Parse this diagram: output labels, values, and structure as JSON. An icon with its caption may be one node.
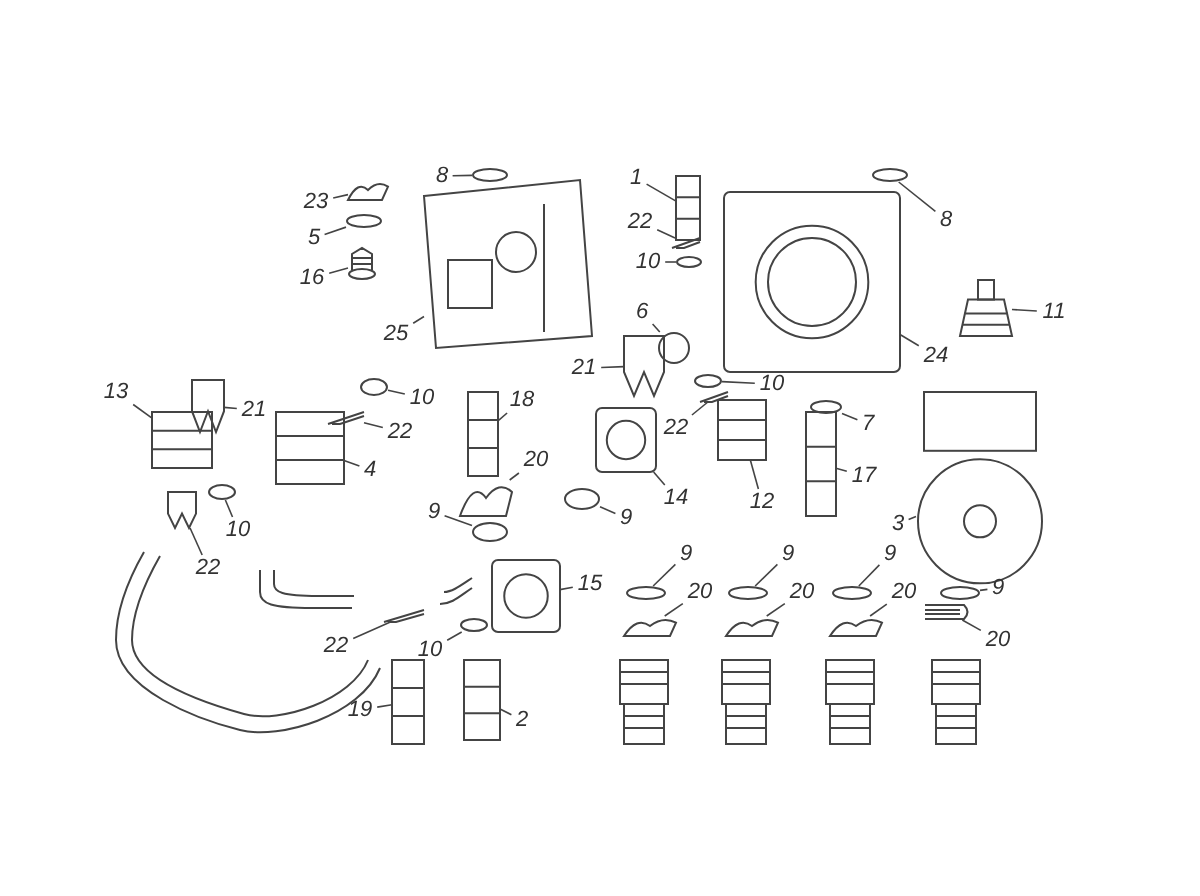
{
  "diagram": {
    "nodes": [
      {
        "text": [
          "8"
        ]
      },
      {
        "text": [
          "1"
        ]
      },
      {
        "text": [
          "23"
        ]
      },
      {
        "text": [
          "8"
        ]
      },
      {
        "text": [
          "22"
        ]
      },
      {
        "text": [
          "5"
        ]
      },
      {
        "text": [
          "10"
        ]
      },
      {
        "text": [
          "16"
        ]
      },
      {
        "text": [
          "6"
        ]
      },
      {
        "text": [
          "11"
        ]
      },
      {
        "text": [
          "25"
        ]
      },
      {
        "text": [
          "24"
        ]
      },
      {
        "text": [
          "21"
        ]
      },
      {
        "text": [
          "10"
        ]
      },
      {
        "text": [
          "13"
        ]
      },
      {
        "text": [
          "10"
        ]
      },
      {
        "text": [
          "18"
        ]
      },
      {
        "text": [
          "21"
        ]
      },
      {
        "text": [
          "7"
        ]
      },
      {
        "text": [
          "22"
        ]
      },
      {
        "text": [
          "22"
        ]
      },
      {
        "text": [
          "20"
        ]
      },
      {
        "text": [
          "4"
        ]
      },
      {
        "text": [
          "17"
        ]
      },
      {
        "text": [
          "14"
        ]
      },
      {
        "text": [
          "12"
        ]
      },
      {
        "text": [
          "9"
        ]
      },
      {
        "text": [
          "9"
        ]
      },
      {
        "text": [
          "3"
        ]
      },
      {
        "text": [
          "10"
        ]
      },
      {
        "text": [
          "9"
        ]
      },
      {
        "text": [
          "9"
        ]
      },
      {
        "text": [
          "9"
        ]
      },
      {
        "text": [
          "22"
        ]
      },
      {
        "text": [
          "15"
        ]
      },
      {
        "text": [
          "9"
        ]
      },
      {
        "text": [
          "20"
        ]
      },
      {
        "text": [
          "20"
        ]
      },
      {
        "text": [
          "20"
        ]
      },
      {
        "text": [
          "20"
        ]
      },
      {
        "text": [
          "22"
        ]
      },
      {
        "text": [
          "10"
        ]
      },
      {
        "text": [
          "19"
        ]
      },
      {
        "text": [
          "2"
        ]
      },
      {
        "text": [],
        "shape": "circle"
      },
      {
        "text": [],
        "shape": "picture"
      },
      {
        "text": [],
        "shape": "picture"
      },
      {
        "text": [],
        "shape": "circle"
      },
      {
        "text": [],
        "shape": "picture"
      },
      {
        "text": [],
        "shape": "circle"
      },
      {
        "text": [],
        "shape": "circle"
      },
      {
        "text": [],
        "shape": "picture"
      },
      {
        "text": [],
        "shape": "circle"
      },
      {
        "text": [],
        "shape": "picture"
      },
      {
        "text": [],
        "shape": "picture"
      },
      {
        "text": [],
        "shape": "picture"
      },
      {
        "text": [],
        "shape": "picture"
      },
      {
        "text": [],
        "shape": "circle"
      },
      {
        "text": [],
        "shape": "picture"
      },
      {
        "text": [],
        "shape": "circle"
      },
      {
        "text": [],
        "shape": "picture"
      },
      {
        "text": [],
        "shape": "picture"
      },
      {
        "text": [],
        "shape": "circle"
      },
      {
        "text": [],
        "shape": "picture"
      },
      {
        "text": [],
        "shape": "picture"
      },
      {
        "text": [],
        "shape": "picture"
      },
      {
        "text": [],
        "shape": "picture"
      },
      {
        "text": [],
        "shape": "picture"
      },
      {
        "text": [],
        "shape": "picture"
      },
      {
        "text": [],
        "shape": "picture"
      },
      {
        "text": [],
        "shape": "circle"
      },
      {
        "text": [],
        "shape": "circle"
      },
      {
        "text": [],
        "shape": "picture"
      },
      {
        "text": [],
        "shape": "circle"
      },
      {
        "text": [],
        "shape": "circle"
      },
      {
        "text": [],
        "shape": "circle"
      },
      {
        "text": [],
        "shape": "circle"
      },
      {
        "text": [],
        "shape": "picture"
      },
      {
        "text": [],
        "shape": "picture"
      },
      {
        "text": [],
        "shape": "circle"
      },
      {
        "text": [],
        "shape": "picture"
      },
      {
        "text": [],
        "shape": "picture"
      },
      {
        "text": [],
        "shape": "picture"
      },
      {
        "text": [],
        "shape": "picture"
      },
      {
        "text": [],
        "shape": "picture"
      },
      {
        "text": [],
        "shape": "circle"
      },
      {
        "text": [],
        "shape": "picture"
      },
      {
        "text": [],
        "shape": "picture"
      }
    ],
    "edges": [
      {
        "from": 0,
        "to": 44,
        "arrow": "none"
      },
      {
        "from": 1,
        "to": 45,
        "arrow": "none"
      },
      {
        "from": 2,
        "to": 46,
        "arrow": "none"
      },
      {
        "from": 3,
        "to": 47,
        "arrow": "none"
      },
      {
        "from": 4,
        "to": 48,
        "arrow": "none"
      },
      {
        "from": 5,
        "to": 49,
        "arrow": "none"
      },
      {
        "from": 6,
        "to": 50,
        "arrow": "none"
      },
      {
        "from": 7,
        "to": 51,
        "arrow": "none"
      },
      {
        "from": 8,
        "to": 52,
        "arrow": "none"
      },
      {
        "from": 9,
        "to": 53,
        "arrow": "none"
      },
      {
        "from": 10,
        "to": 54,
        "arrow": "none"
      },
      {
        "from": 11,
        "to": 55,
        "arrow": "none"
      },
      {
        "from": 12,
        "to": 56,
        "arrow": "none"
      },
      {
        "from": 13,
        "to": 57,
        "arrow": "none"
      },
      {
        "from": 14,
        "to": 58,
        "arrow": "none"
      },
      {
        "from": 15,
        "to": 59,
        "arrow": "none"
      },
      {
        "from": 16,
        "to": 60,
        "arrow": "none"
      },
      {
        "from": 17,
        "to": 61,
        "arrow": "none"
      },
      {
        "from": 18,
        "to": 62,
        "arrow": "none"
      },
      {
        "from": 19,
        "to": 63,
        "arrow": "none"
      },
      {
        "from": 20,
        "to": 64,
        "arrow": "none"
      },
      {
        "from": 21,
        "to": 65,
        "arrow": "none"
      },
      {
        "from": 22,
        "to": 66,
        "arrow": "none"
      },
      {
        "from": 23,
        "to": 67,
        "arrow": "none"
      },
      {
        "from": 24,
        "to": 68,
        "arrow": "none"
      },
      {
        "from": 25,
        "to": 69,
        "arrow": "none"
      },
      {
        "from": 26,
        "to": 70,
        "arrow": "none"
      },
      {
        "from": 27,
        "to": 71,
        "arrow": "none"
      },
      {
        "from": 28,
        "to": 72,
        "arrow": "none"
      },
      {
        "from": 29,
        "to": 73,
        "arrow": "none"
      },
      {
        "from": 30,
        "to": 74,
        "arrow": "none"
      },
      {
        "from": 31,
        "to": 75,
        "arrow": "none"
      },
      {
        "from": 32,
        "to": 76,
        "arrow": "none"
      },
      {
        "from": 33,
        "to": 77,
        "arrow": "none"
      },
      {
        "from": 34,
        "to": 78,
        "arrow": "none"
      },
      {
        "from": 35,
        "to": 79,
        "arrow": "none"
      },
      {
        "from": 36,
        "to": 80,
        "arrow": "none"
      },
      {
        "from": 37,
        "to": 81,
        "arrow": "none"
      },
      {
        "from": 38,
        "to": 82,
        "arrow": "none"
      },
      {
        "from": 39,
        "to": 83,
        "arrow": "none"
      },
      {
        "from": 40,
        "to": 84,
        "arrow": "none"
      },
      {
        "from": 41,
        "to": 85,
        "arrow": "none"
      },
      {
        "from": 42,
        "to": 86,
        "arrow": "none"
      },
      {
        "from": 43,
        "to": 87,
        "arrow": "none"
      }
    ]
  }
}
